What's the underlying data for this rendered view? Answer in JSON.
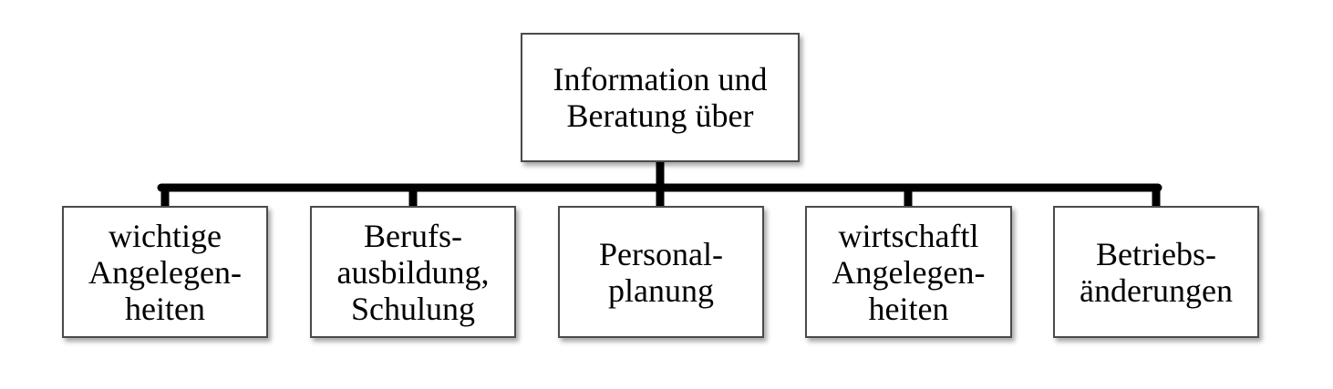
{
  "diagram": {
    "root": {
      "label": "Information und\nBeratung über"
    },
    "children": [
      {
        "label": "wichtige\nAngelegen-\nheiten"
      },
      {
        "label": "Berufs-\nausbildung,\nSchulung"
      },
      {
        "label": "Personal-\nplanung"
      },
      {
        "label": "wirtschaftl\nAngelegen-\nheiten"
      },
      {
        "label": "Betriebs-\nänderungen"
      }
    ]
  }
}
